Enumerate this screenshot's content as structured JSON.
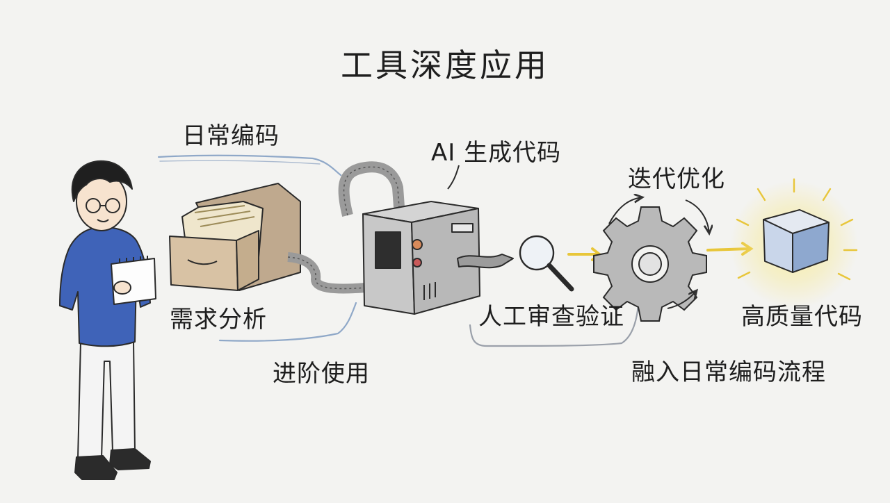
{
  "diagram": {
    "title": "工具深度应用",
    "labels": {
      "daily_coding": "日常编码",
      "ai_generate": "AI 生成代码",
      "iterate": "迭代优化",
      "requirements": "需求分析",
      "human_review": "人工审查验证",
      "high_quality": "高质量代码",
      "advanced_use": "进阶使用",
      "integrate": "融入日常编码流程"
    },
    "icons": [
      "person-icon",
      "file-cabinet-icon",
      "machine-icon",
      "magnifier-icon",
      "gear-icon",
      "cube-icon"
    ],
    "colors": {
      "background": "#f3f3f1",
      "ink": "#2a2a2a",
      "sweater": "#3f63b8",
      "arrow_yellow": "#e8c63a",
      "flow_blue": "#8fa8c8",
      "cube_glow": "#f6e27a"
    }
  }
}
